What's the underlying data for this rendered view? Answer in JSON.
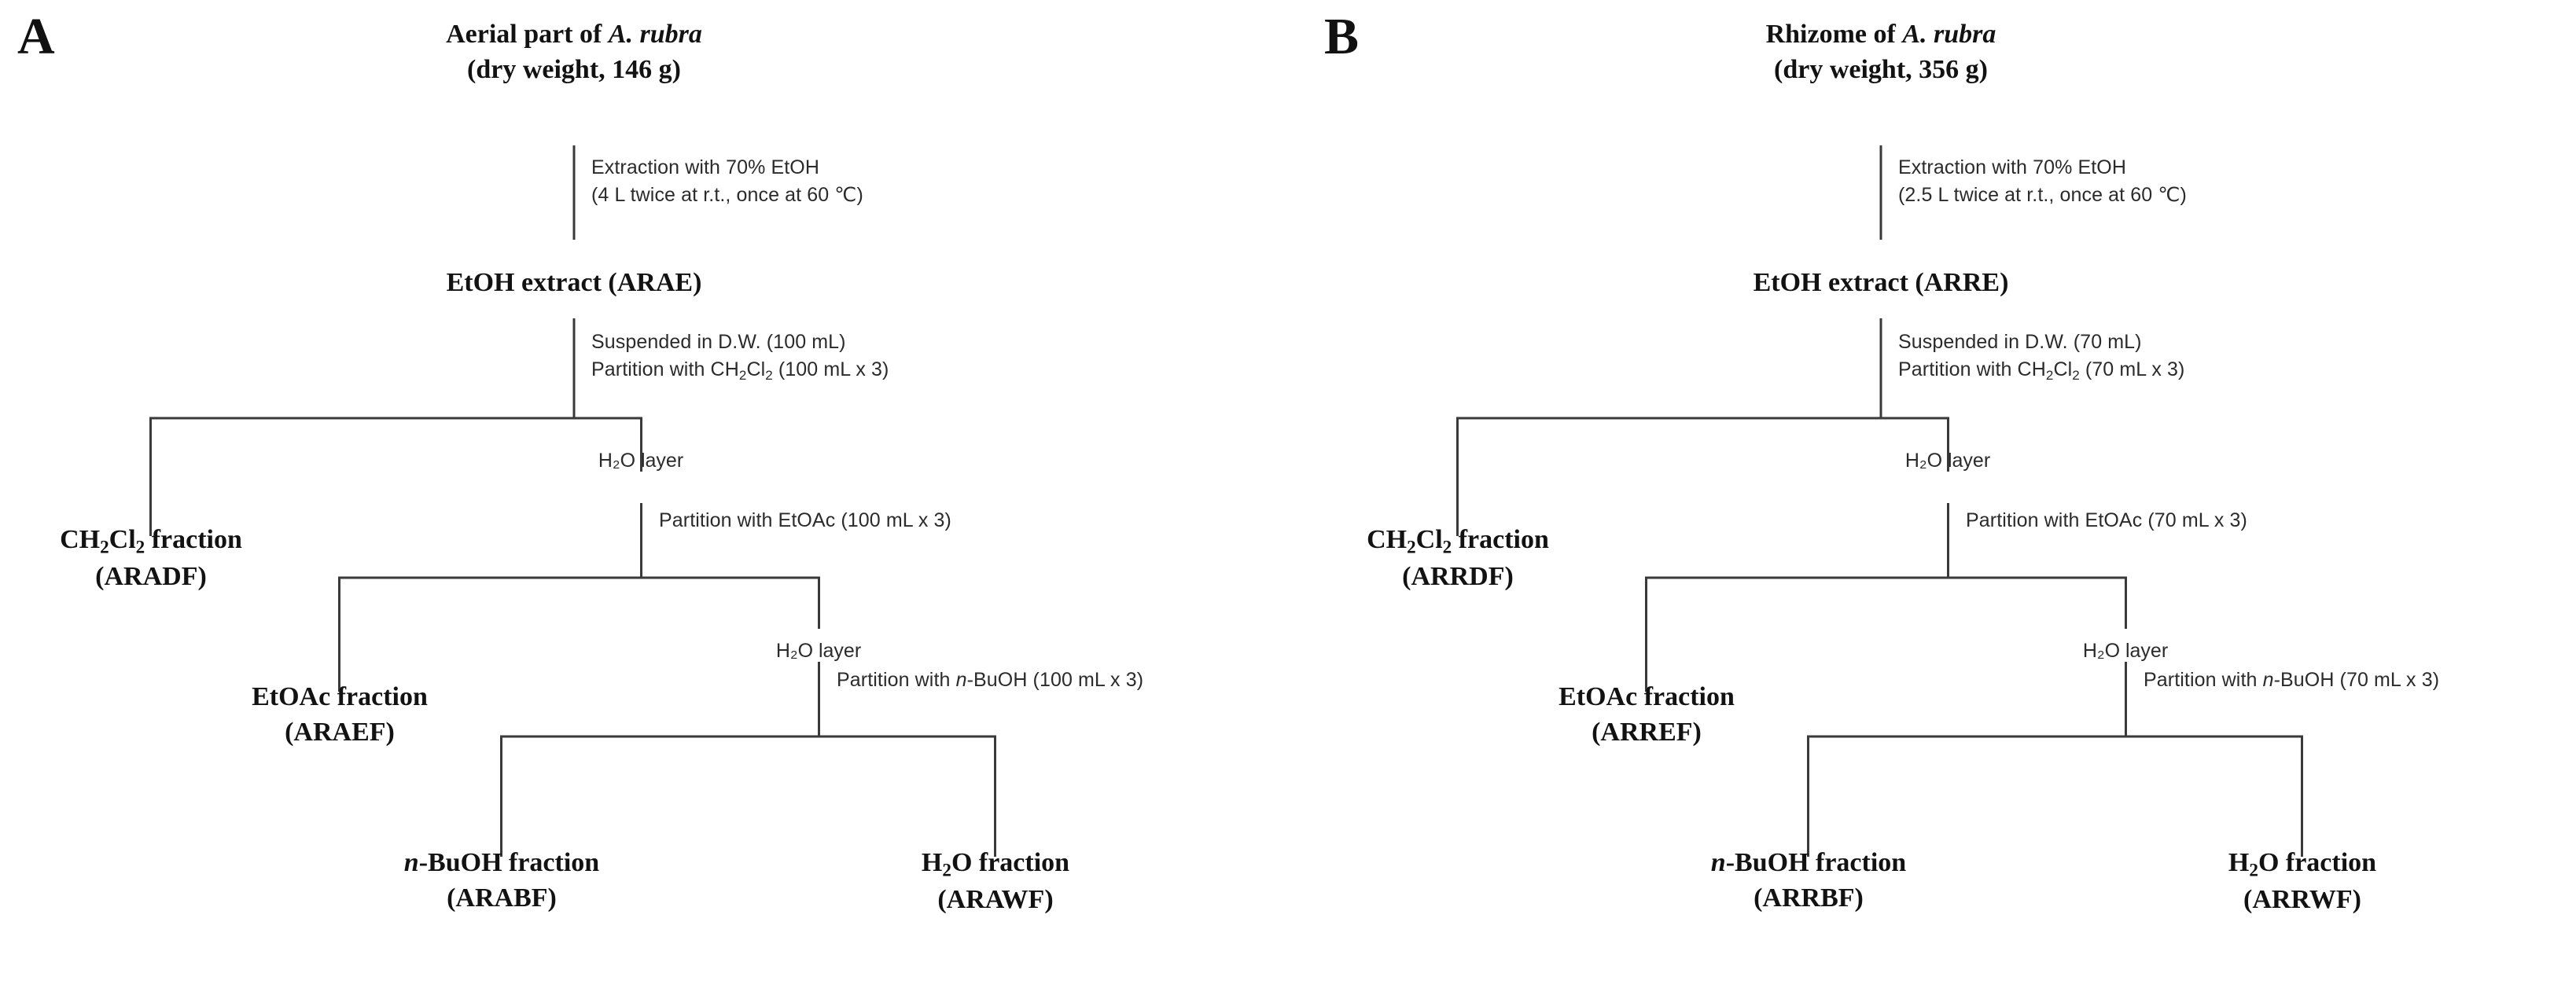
{
  "figure": {
    "type": "flowchart",
    "description": "Extraction and solvent-partition fractionation scheme of Aruncus rubra",
    "background": "#ffffff",
    "line_color": "#3a3a3a"
  },
  "panels": [
    {
      "letter": "A",
      "source": {
        "title_plain": "Aerial part of ",
        "title_italic": "A. rubra",
        "subtitle": "(dry weight, 146 g)"
      },
      "extraction": {
        "line1": "Extraction with 70% EtOH",
        "line2": "(4 L twice at r.t., once at 60 ℃)"
      },
      "extract": "EtOH extract (ARAE)",
      "suspension": {
        "line1": "Suspended in D.W. (100 mL)",
        "line2_pre": "Partition with CH",
        "line2_sub1": "2",
        "line2_mid": "Cl",
        "line2_sub2": "2",
        "line2_post": " (100 mL x 3)"
      },
      "layer_label_1": "H₂O layer",
      "partition_etoac": "Partition with EtOAc (100 mL x 3)",
      "layer_label_2": "H₂O layer",
      "partition_buoh_pre": "Partition with ",
      "partition_buoh_italic": "n",
      "partition_buoh_post": "-BuOH (100 mL x 3)",
      "fractions": [
        {
          "name_pre": "CH",
          "sub1": "2",
          "name_mid": "Cl",
          "sub2": "2",
          "name_post": " fraction",
          "code": "(ARADF)"
        },
        {
          "name": "EtOAc fraction",
          "code": "(ARAEF)"
        },
        {
          "italic": "n",
          "name": "-BuOH fraction",
          "code": "(ARABF)"
        },
        {
          "name_pre": "H",
          "sub1": "2",
          "name_post": "O fraction",
          "code": "(ARAWF)"
        }
      ]
    },
    {
      "letter": "B",
      "source": {
        "title_plain": "Rhizome of ",
        "title_italic": "A. rubra",
        "subtitle": "(dry weight, 356 g)"
      },
      "extraction": {
        "line1": "Extraction with 70% EtOH",
        "line2": "(2.5 L twice at r.t., once at 60 ℃)"
      },
      "extract": "EtOH extract (ARRE)",
      "suspension": {
        "line1": "Suspended in D.W. (70 mL)",
        "line2_pre": "Partition with CH",
        "line2_sub1": "2",
        "line2_mid": "Cl",
        "line2_sub2": "2",
        "line2_post": " (70 mL x 3)"
      },
      "layer_label_1": "H₂O layer",
      "partition_etoac": "Partition with EtOAc (70 mL x 3)",
      "layer_label_2": "H₂O layer",
      "partition_buoh_pre": "Partition with ",
      "partition_buoh_italic": "n",
      "partition_buoh_post": "-BuOH (70 mL x 3)",
      "fractions": [
        {
          "name_pre": "CH",
          "sub1": "2",
          "name_mid": "Cl",
          "sub2": "2",
          "name_post": " fraction",
          "code": "(ARRDF)"
        },
        {
          "name": "EtOAc fraction",
          "code": "(ARREF)"
        },
        {
          "italic": "n",
          "name": "-BuOH fraction",
          "code": "(ARRBF)"
        },
        {
          "name_pre": "H",
          "sub1": "2",
          "name_post": "O fraction",
          "code": "(ARRWF)"
        }
      ]
    }
  ]
}
